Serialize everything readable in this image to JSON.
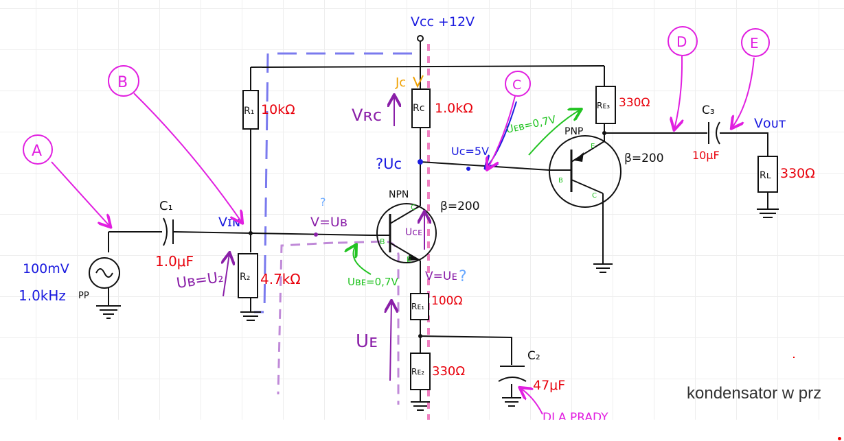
{
  "colors": {
    "wire": "#111111",
    "blue": "#1a1adf",
    "red": "#e8000b",
    "purple": "#8a1fa8",
    "magenta": "#e11fe0",
    "green": "#22c322",
    "orange": "#f0a000",
    "dash_blue": "#7a7aee",
    "dash_pink": "#f080c0",
    "dash_purple": "#c08ad8"
  },
  "labels": {
    "vcc": "Vᴄᴄ +12V",
    "jc": "Jᴄ",
    "vrc": "Vʀᴄ",
    "rc_name": "Rᴄ",
    "rc_val": "1.0kΩ",
    "r1_name": "R₁",
    "r1_val": "10kΩ",
    "r2_name": "R₂",
    "r2_val": "4.7kΩ",
    "re1_name": "Rᴇ₁",
    "re1_val": "100Ω",
    "re2_name": "Rᴇ₂",
    "re2_val": "330Ω",
    "re3_name": "Rᴇ₃",
    "re3_val": "330Ω",
    "rl_name": "Rʟ",
    "rl_val": "330Ω",
    "c1_name": "C₁",
    "c1_val": "1.0μF",
    "c2_name": "C₂",
    "c2_val": "47μF",
    "c3_name": "C₃",
    "c3_val": "10μF",
    "vin": "Vɪɴ",
    "vout": "Vᴏᴜᴛ",
    "src_amp": "100mV",
    "src_freq": "1.0kHz",
    "src_pp": "PP",
    "npn": "NPN",
    "pnp": "PNP",
    "beta_npn": "β=200",
    "beta_pnp": "β=200",
    "uc_q": "?Uᴄ",
    "uc_val": "Uᴄ=5V",
    "ueb": "Uᴇʙ=0,7V",
    "ube": "Uʙᴇ=0,7V",
    "vub": "V=Uʙ",
    "vue": "V=Uᴇ",
    "ub_u2": "Uʙ=U₂",
    "ue": "Uᴇ",
    "uce": "Uᴄᴇ",
    "q1": "?",
    "q2": "?",
    "pin_c": "C",
    "pin_b": "B",
    "pin_e": "E",
    "pnp_pin_e": "E",
    "pnp_pin_b": "B",
    "pnp_pin_c": "C",
    "mark_a": "A",
    "mark_b": "B",
    "mark_c": "C",
    "mark_d": "D",
    "mark_e": "E",
    "dla": "DLA PRADY"
  },
  "note": "kondensator w prz"
}
